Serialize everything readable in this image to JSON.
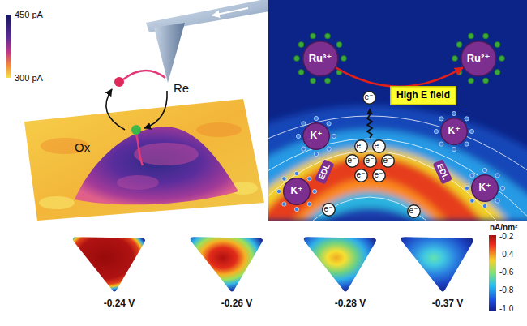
{
  "diagram": {
    "nodes": [
      {
        "text": [
          "Ru³⁺"
        ]
      },
      {
        "text": [
          "Ru²⁺"
        ]
      },
      {
        "text": [
          "e⁻"
        ]
      },
      {
        "text": [
          "High E field"
        ]
      },
      {
        "text": [
          "K⁺"
        ]
      },
      {
        "text": [
          "K⁺"
        ]
      },
      {
        "text": [
          "e⁻"
        ]
      },
      {
        "text": [
          "e⁻"
        ]
      },
      {
        "text": [
          "e⁻"
        ]
      },
      {
        "text": [
          "e⁻"
        ]
      },
      {
        "text": [
          "e⁻"
        ]
      },
      {
        "text": [
          "e⁻"
        ]
      },
      {
        "text": [
          "e⁻"
        ]
      },
      {
        "text": [
          "K⁺"
        ]
      },
      {
        "text": [
          "K⁺"
        ]
      },
      {
        "text": [
          "e⁻"
        ]
      },
      {
        "text": [
          "e⁻"
        ]
      }
    ],
    "edges": [
      {
        "from": 0,
        "to": 1,
        "arrow": "to"
      }
    ],
    "labels": [
      "450 pA",
      "300 pA",
      "Re",
      "Ox",
      "EDL",
      "EDL",
      "-0.24 V",
      "-0.26 V",
      "-0.28 V",
      "-0.37 V",
      "nA/nm²",
      "-0.2",
      "-0.4",
      "-0.6",
      "-0.8",
      "-1.0"
    ]
  }
}
